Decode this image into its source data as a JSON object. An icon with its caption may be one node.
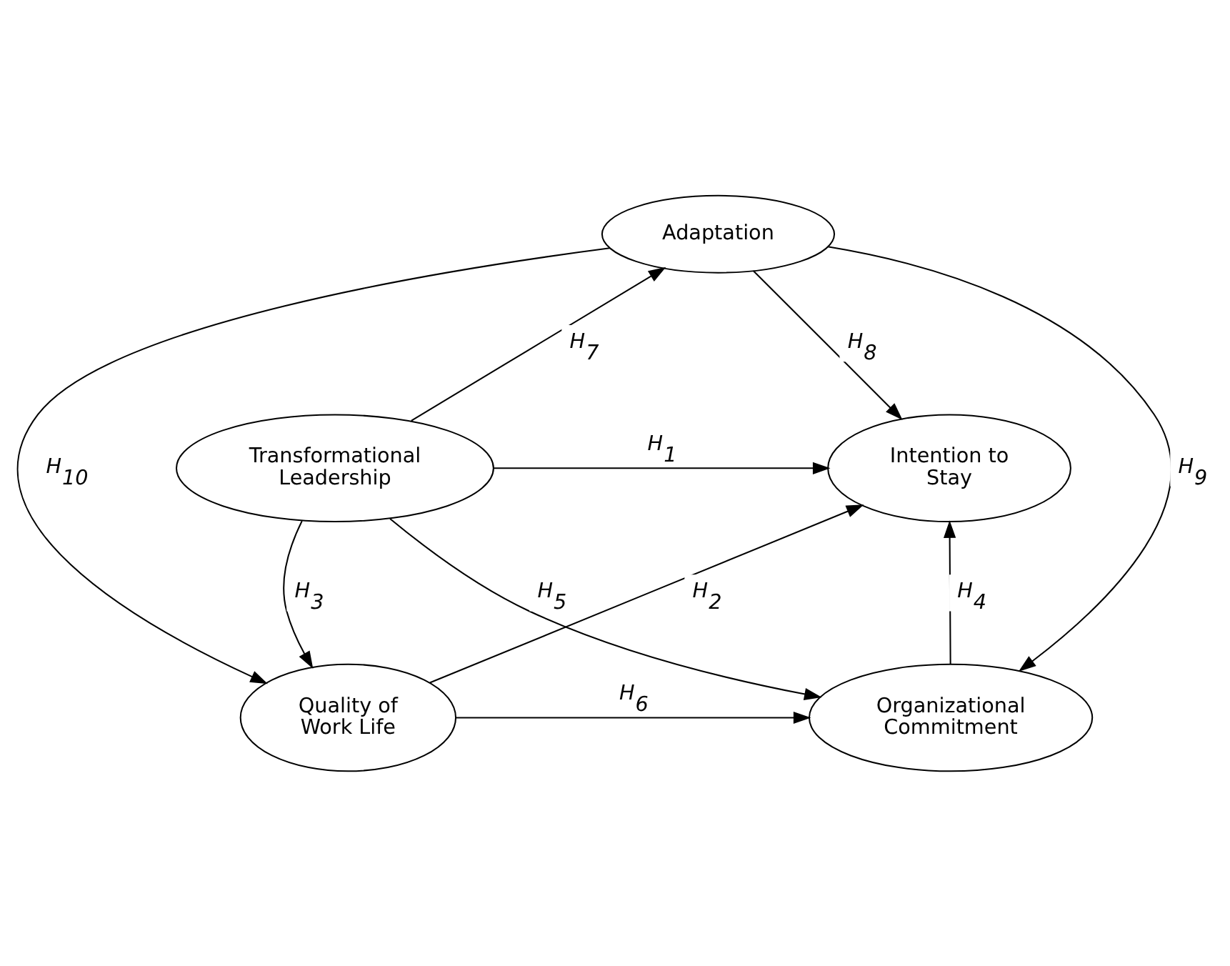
{
  "diagram": {
    "nodes": [
      {
        "text": [
          "Adaptation"
        ]
      },
      {
        "text": [
          "Transformational Leadership"
        ]
      },
      {
        "text": [
          "Intention to Stay"
        ]
      },
      {
        "text": [
          "Quality of Work Life"
        ]
      },
      {
        "text": [
          "Organizational Commitment"
        ]
      }
    ],
    "edges": [
      {
        "from": 1,
        "to": 0,
        "arrow": "to",
        "label": "H$_{7}$"
      },
      {
        "from": 0,
        "to": 2,
        "arrow": "to",
        "label": "H$_{8}$"
      },
      {
        "from": 1,
        "to": 2,
        "arrow": "to",
        "label": "H$_{1}$"
      },
      {
        "from": 0,
        "to": 4,
        "arrow": "to",
        "label": "H$_{9}$"
      },
      {
        "from": 1,
        "to": 4,
        "arrow": "to",
        "label": "H$_{5}$"
      },
      {
        "from": 1,
        "to": 3,
        "arrow": "to",
        "label": "H$_{3}$"
      },
      {
        "from": 0,
        "to": 3,
        "arrow": "to",
        "label": "H$_{10}$"
      },
      {
        "from": 3,
        "to": 2,
        "arrow": "to",
        "label": "H$_{2}$"
      },
      {
        "from": 3,
        "to": 4,
        "arrow": "to",
        "label": "H$_{6}$"
      },
      {
        "from": 4,
        "to": 2,
        "arrow": "to",
        "label": "H$_{4}$"
      }
    ]
  }
}
